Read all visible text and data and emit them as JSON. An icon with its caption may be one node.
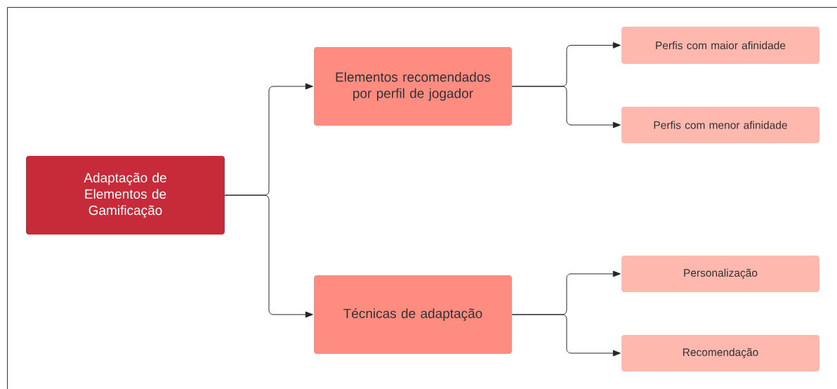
{
  "diagram": {
    "nodes": [
      {
        "text": [
          "Adaptação de Elementos de Gamificação"
        ]
      },
      {
        "text": [
          "Elementos recomendados por perfil de jogador"
        ]
      },
      {
        "text": [
          "Técnicas de adaptação"
        ]
      },
      {
        "text": [
          "Perfis com maior afinidade"
        ]
      },
      {
        "text": [
          "Perfis com menor afinidade"
        ]
      },
      {
        "text": [
          "Personalização"
        ]
      },
      {
        "text": [
          "Recomendação"
        ]
      }
    ],
    "edges": [
      {
        "from": 0,
        "to": 1,
        "arrow": "to"
      },
      {
        "from": 0,
        "to": 2,
        "arrow": "to"
      },
      {
        "from": 1,
        "to": 3,
        "arrow": "to"
      },
      {
        "from": 1,
        "to": 4,
        "arrow": "to"
      },
      {
        "from": 2,
        "to": 5,
        "arrow": "to"
      },
      {
        "from": 2,
        "to": 6,
        "arrow": "to"
      }
    ]
  }
}
